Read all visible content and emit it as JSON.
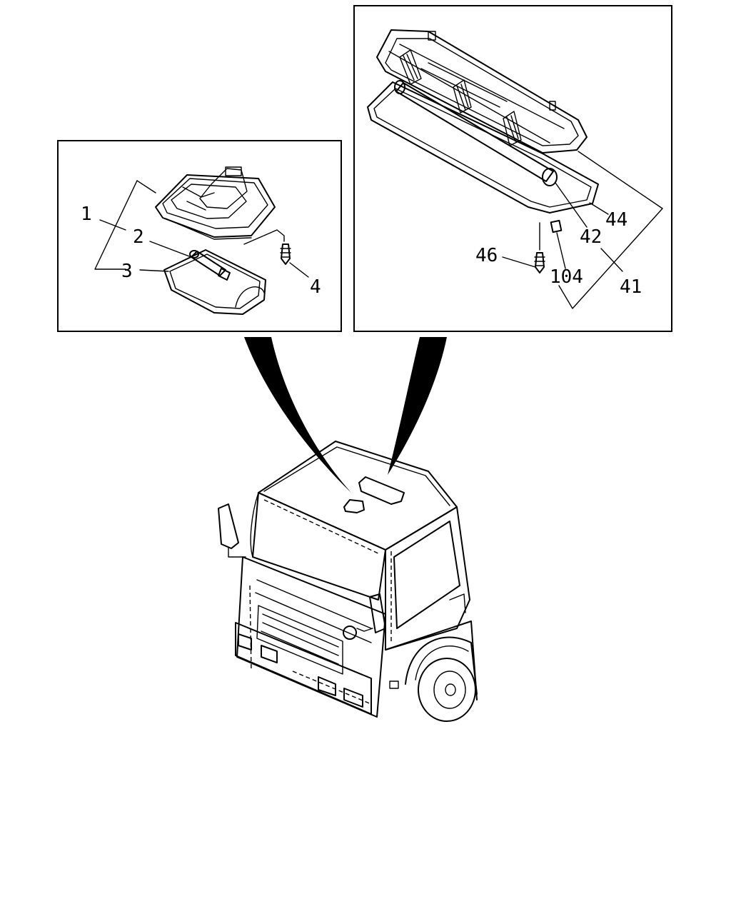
{
  "callouts": {
    "left_panel": {
      "c1": "1",
      "c2": "2",
      "c3": "3",
      "c4": "4"
    },
    "right_panel": {
      "c41": "41",
      "c42": "42",
      "c44": "44",
      "c46": "46",
      "c104": "104"
    }
  }
}
